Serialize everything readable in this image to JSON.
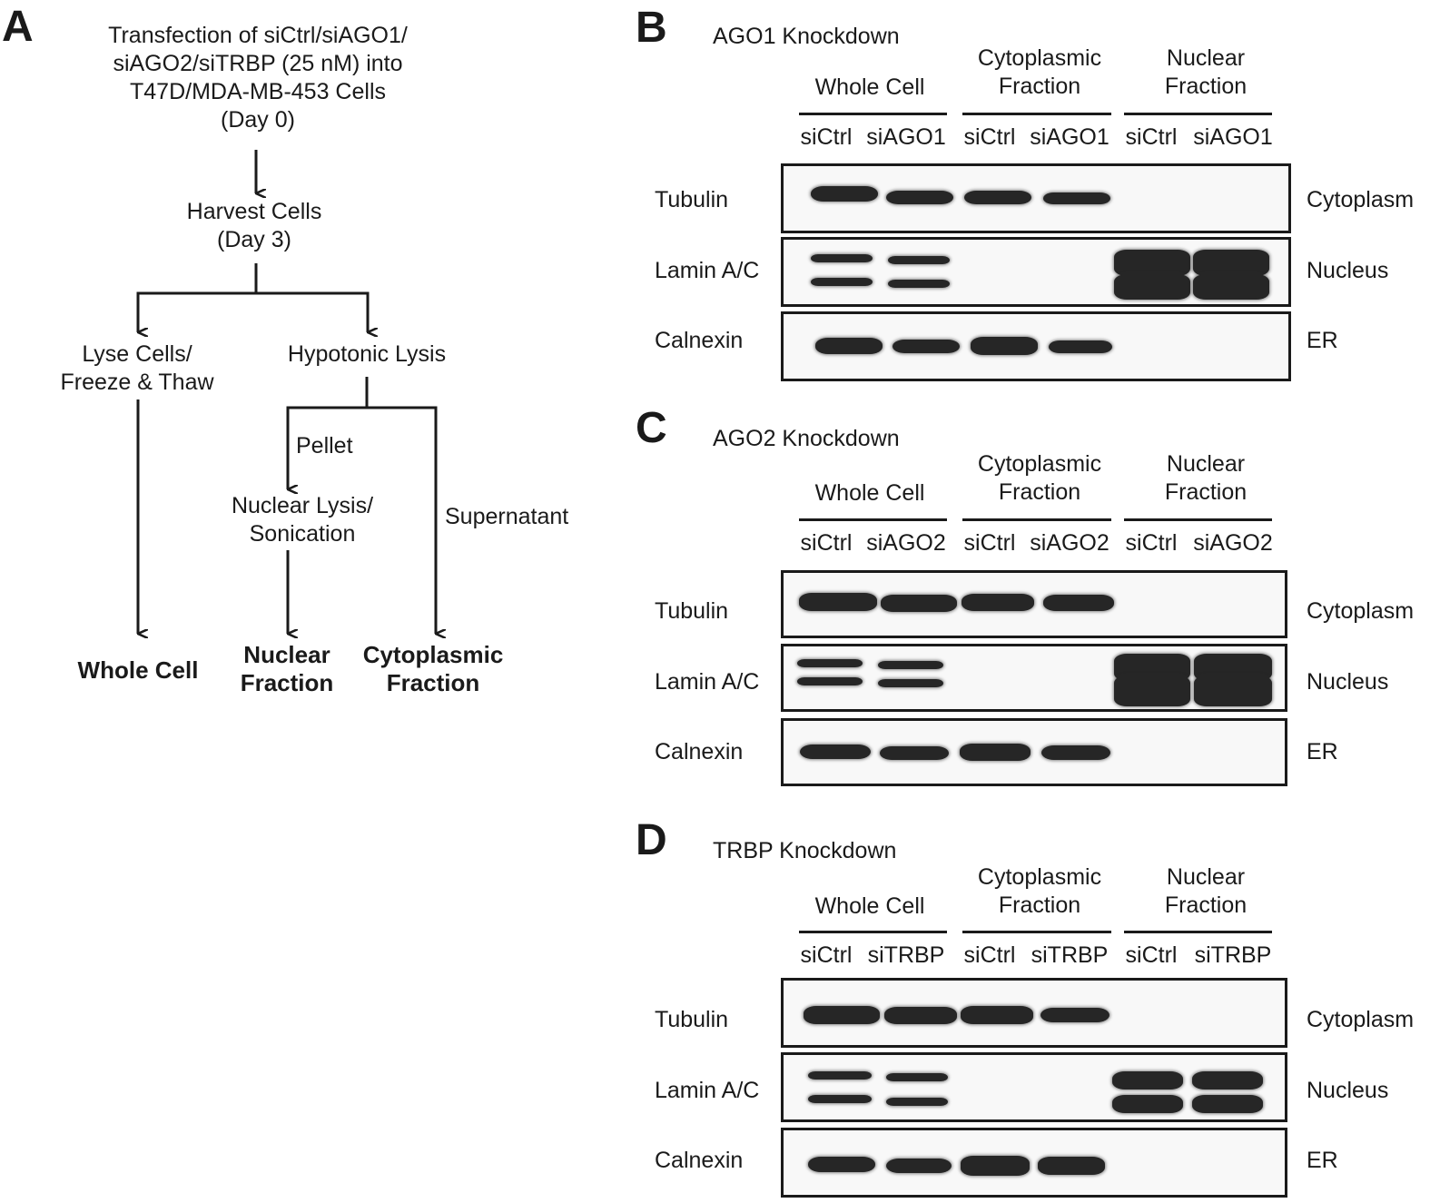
{
  "panel_a": {
    "letter": "A",
    "step1": [
      "Transfection of siCtrl/siAGO1/",
      "siAGO2/siTRBP (25 nM) into",
      "T47D/MDA-MB-453 Cells",
      "(Day 0)"
    ],
    "step2": [
      "Harvest Cells",
      "(Day 3)"
    ],
    "lyse": [
      "Lyse Cells/",
      "Freeze & Thaw"
    ],
    "hypotonic": "Hypotonic Lysis",
    "pellet": "Pellet",
    "nuclear_lysis": [
      "Nuclear Lysis/",
      "Sonication"
    ],
    "supernatant": "Supernatant",
    "out_whole": "Whole Cell",
    "out_nuclear": [
      "Nuclear",
      "Fraction"
    ],
    "out_cyto": [
      "Cytoplasmic",
      "Fraction"
    ]
  },
  "blots": [
    {
      "letter": "B",
      "title": "AGO1 Knockdown",
      "groups": [
        [
          "Whole Cell"
        ],
        [
          "Cytoplasmic",
          "Fraction"
        ],
        [
          "Nuclear",
          "Fraction"
        ]
      ],
      "lanes": [
        "siCtrl",
        "siAGO1",
        "siCtrl",
        "siAGO1",
        "siCtrl",
        "siAGO1"
      ],
      "rows": [
        {
          "label": "Tubulin",
          "loc": "Cytoplasm"
        },
        {
          "label": "Lamin A/C",
          "loc": "Nucleus"
        },
        {
          "label": "Calnexin",
          "loc": "ER"
        }
      ]
    },
    {
      "letter": "C",
      "title": "AGO2 Knockdown",
      "groups": [
        [
          "Whole Cell"
        ],
        [
          "Cytoplasmic",
          "Fraction"
        ],
        [
          "Nuclear",
          "Fraction"
        ]
      ],
      "lanes": [
        "siCtrl",
        "siAGO2",
        "siCtrl",
        "siAGO2",
        "siCtrl",
        "siAGO2"
      ],
      "rows": [
        {
          "label": "Tubulin",
          "loc": "Cytoplasm"
        },
        {
          "label": "Lamin A/C",
          "loc": "Nucleus"
        },
        {
          "label": "Calnexin",
          "loc": "ER"
        }
      ]
    },
    {
      "letter": "D",
      "title": "TRBP Knockdown",
      "groups": [
        [
          "Whole Cell"
        ],
        [
          "Cytoplasmic",
          "Fraction"
        ],
        [
          "Nuclear",
          "Fraction"
        ]
      ],
      "lanes": [
        "siCtrl",
        "siTRBP",
        "siCtrl",
        "siTRBP",
        "siCtrl",
        "siTRBP"
      ],
      "rows": [
        {
          "label": "Tubulin",
          "loc": "Cytoplasm"
        },
        {
          "label": "Lamin A/C",
          "loc": "Nucleus"
        },
        {
          "label": "Calnexin",
          "loc": "ER"
        }
      ]
    }
  ]
}
